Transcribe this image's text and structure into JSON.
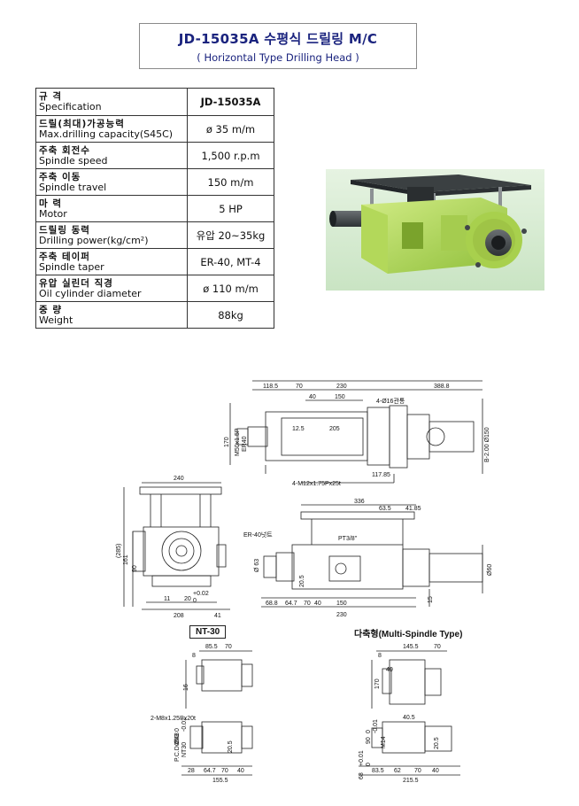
{
  "header": {
    "title": "JD-15035A  수평식 드릴링 M/C",
    "subtitle": "( Horizontal Type Drilling Head )"
  },
  "spec_table": [
    {
      "ko": "규      격",
      "en": "Specification",
      "value": "JD-15035A"
    },
    {
      "ko": "드릴(최대)가공능력",
      "en": "Max.drilling capacity(S45C)",
      "value": "ø 35 m/m"
    },
    {
      "ko": "주축 회전수",
      "en": "Spindle speed",
      "value": "1,500 r.p.m"
    },
    {
      "ko": "주축 이동",
      "en": "Spindle travel",
      "value": "150 m/m"
    },
    {
      "ko": "마      력",
      "en": "Motor",
      "value": "5 HP"
    },
    {
      "ko": "드릴링 동력",
      "en": "Drilling power(kg/cm²)",
      "value": "유압 20~35kg"
    },
    {
      "ko": "주축 테이퍼",
      "en": "Spindle taper",
      "value": "ER-40, MT-4"
    },
    {
      "ko": "유압 실린더 직경",
      "en": "Oil cylinder diameter",
      "value": "ø 110 m/m"
    },
    {
      "ko": "중      량",
      "en": "Weight",
      "value": "88kg"
    }
  ],
  "drawing": {
    "top_view": {
      "dims": [
        "118.5",
        "70",
        "230",
        "388.8",
        "40",
        "150",
        "12.5",
        "205",
        "4-Ø16관통",
        "170",
        "M50x1.5P",
        "ER40",
        "117.85",
        "4-M12x1.75Px25t",
        "B-2.00 Ø150"
      ]
    },
    "front_view": {
      "dims": [
        "240",
        "(285)",
        "161",
        "90",
        "11",
        "20",
        "+0.02",
        "0",
        "208",
        "41"
      ]
    },
    "side_view": {
      "dims": [
        "336",
        "63.5",
        "41.85",
        "ER-40넛트",
        "PT3/8\"",
        "Ø 63",
        "20.5",
        "Ø60",
        "68.8",
        "64.7",
        "70",
        "40",
        "150",
        "230",
        "15"
      ]
    },
    "nt30": {
      "label": "NT-30",
      "dims": [
        "85.5",
        "70",
        "8",
        "16",
        "2-M8x1.25Px20t",
        "Ø63",
        "0",
        "-0.01",
        "P.C.D Ø43",
        "NT30",
        "20.5",
        "28",
        "64.7",
        "70",
        "40",
        "155.5"
      ]
    },
    "multi_spindle": {
      "label": "다축형(Multi-Spindle Type)",
      "dims": [
        "145.5",
        "70",
        "8",
        "40",
        "170",
        "40.5",
        "90",
        "0",
        "-0.01",
        "M14",
        "20.5",
        "68",
        "+0.01",
        "0",
        "83.5",
        "62",
        "70",
        "40",
        "215.5"
      ]
    }
  }
}
